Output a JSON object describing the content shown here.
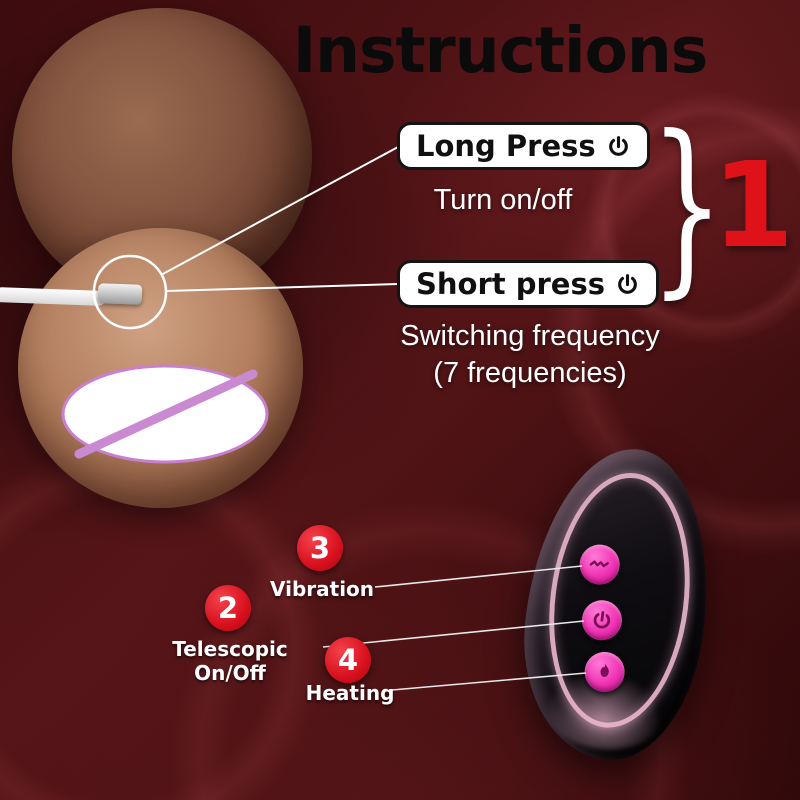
{
  "title": "Instructions",
  "step_group": {
    "number": "1",
    "brace": "}"
  },
  "callouts": {
    "long_press": {
      "label": "Long Press",
      "description": "Turn on/off"
    },
    "short_press": {
      "label": "Short press",
      "description_line1": "Switching frequency",
      "description_line2": "(7 frequencies)"
    }
  },
  "remote_annotations": {
    "vibration": {
      "number": "3",
      "label": "Vibration"
    },
    "telescopic": {
      "number": "2",
      "label": "Telescopic On/Off"
    },
    "heating": {
      "number": "4",
      "label": "Heating"
    }
  },
  "icons": {
    "power": "power-icon",
    "vibration": "vibration-wave-icon",
    "heating": "heating-flame-icon",
    "censor": "no-sign-censor-badge"
  },
  "colors": {
    "accent_red": "#d8101e",
    "big_number_red": "#e01219",
    "button_pink": "#f032b4",
    "ring_rose": "#d8a8bd",
    "background_maroon": "#561518",
    "pill_background": "#ffffff",
    "pill_text": "#101010",
    "body_text": "#ffffff"
  }
}
